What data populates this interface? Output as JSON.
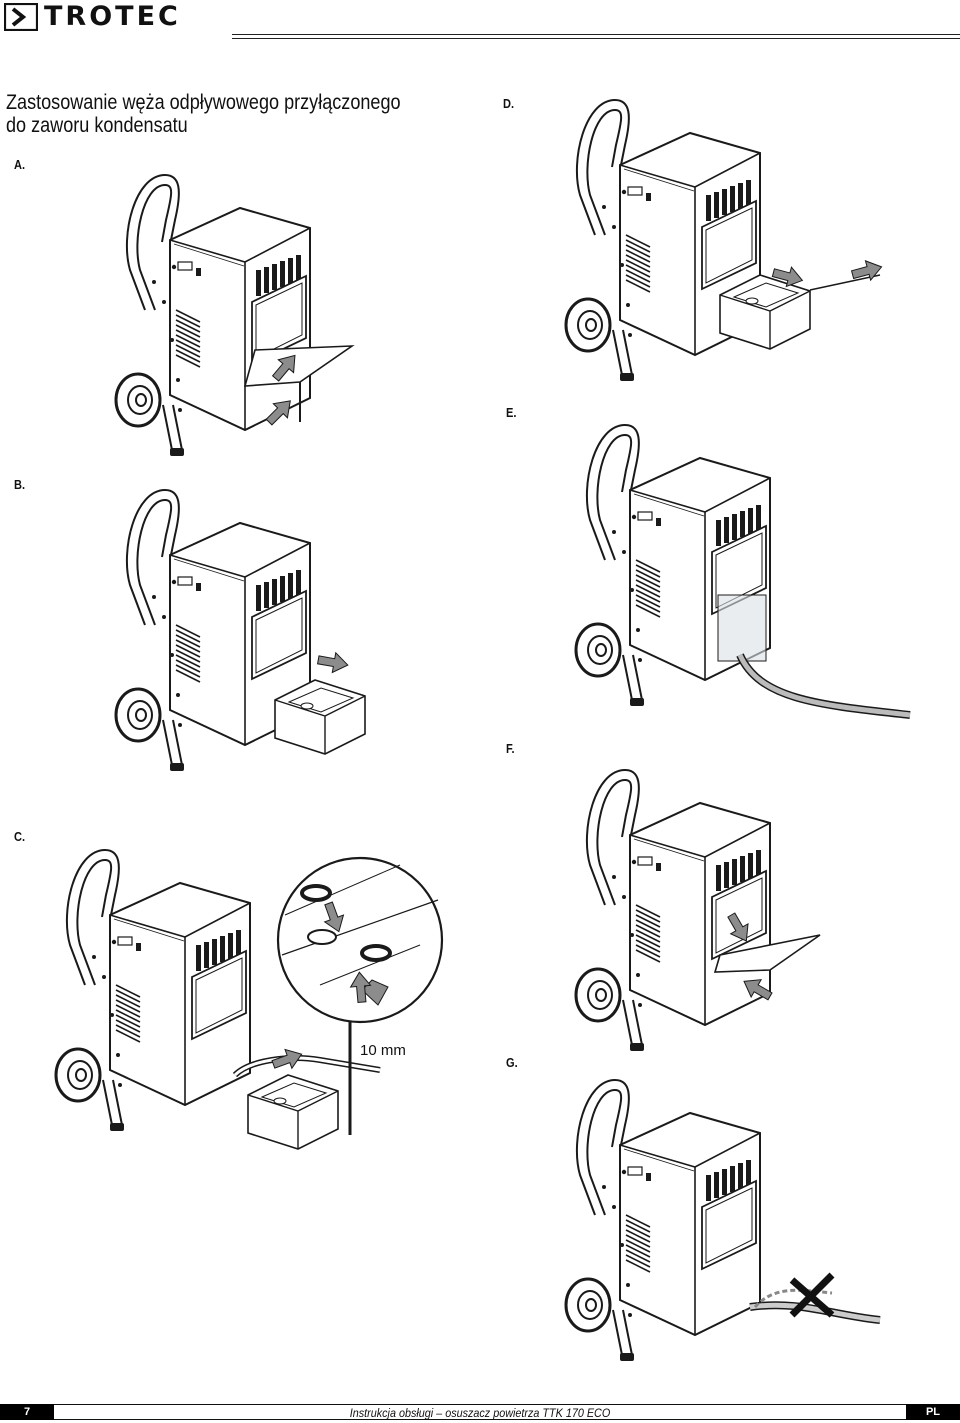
{
  "header": {
    "brand": "TROTEC"
  },
  "title": "Zastosowanie węża odpływowego przyłączonego do zaworu kondensatu",
  "steps": {
    "a": "A.",
    "b": "B.",
    "c": "C.",
    "d": "D.",
    "e": "E.",
    "f": "F.",
    "g": "G."
  },
  "callout": {
    "hose_diameter": "10 mm"
  },
  "footer": {
    "page_number": "7",
    "document_title": "Instrukcja obsługi – osuszacz powietrza TTK 170 ECO",
    "language": "PL"
  },
  "icons": {
    "logo": "trotec-chevron-logo",
    "arrow": "grey-direction-arrow"
  },
  "colors": {
    "line": "#1a1a1a",
    "arrow_fill": "#8c8c8c",
    "footer_fill": "#000000"
  }
}
